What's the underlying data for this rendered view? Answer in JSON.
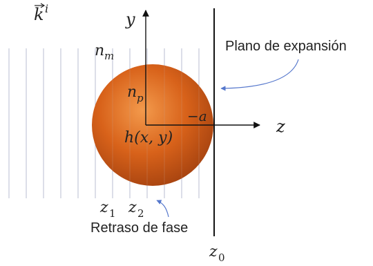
{
  "labels": {
    "k_vec": "k",
    "k_sup": "i",
    "y_axis": "y",
    "z_axis": "z",
    "medium_n": "n",
    "medium_sub": "m",
    "particle_n": "n",
    "particle_sub": "p",
    "minus_a": "−a",
    "height_fn": "h(x, y)",
    "z1_var": "z",
    "z1_sub": "1",
    "z2_var": "z",
    "z2_sub": "2",
    "z0_var": "z",
    "z0_sub": "0",
    "expansion_plane": "Plano de expansión",
    "phase_delay": "Retraso de fase"
  },
  "colors": {
    "sphere_center": "#f39a4c",
    "sphere_mid": "#d8621a",
    "sphere_edge": "#a84410",
    "wavefront_line": "#b8bcd2",
    "callout_arrow": "#5577cc",
    "axis": "#111111"
  }
}
